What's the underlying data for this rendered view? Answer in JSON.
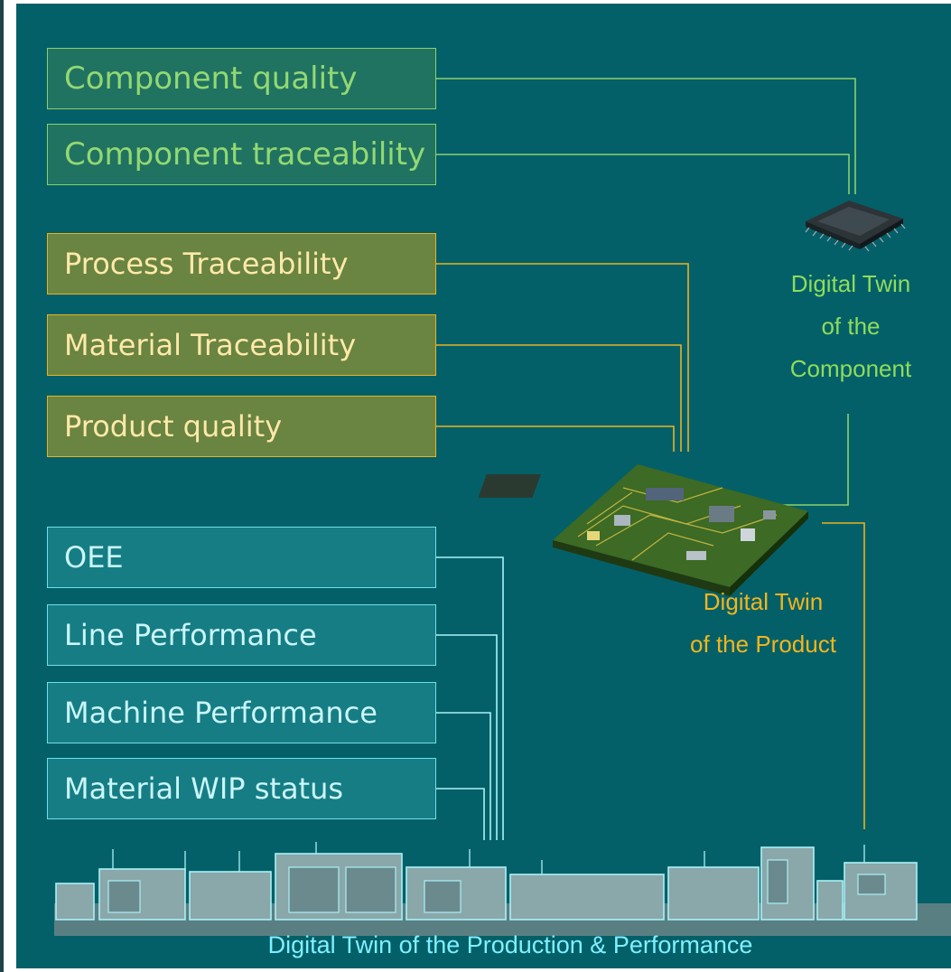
{
  "component_metrics": [
    "Component quality",
    "Component traceability"
  ],
  "product_metrics": [
    "Process Traceability",
    "Material Traceability",
    "Product quality"
  ],
  "performance_metrics": [
    "OEE",
    "Line Performance",
    "Machine Performance",
    "Material WIP status"
  ],
  "twin_labels": {
    "component": [
      "Digital Twin",
      "of the",
      "Component"
    ],
    "product": [
      "Digital Twin",
      "of the Product"
    ],
    "production": "Digital Twin of the Production & Performance"
  },
  "colors": {
    "background": "#046068",
    "component_accent": "#8bd16c",
    "product_accent": "#e9b321",
    "performance_accent": "#6de0ea"
  },
  "icons": [
    "microchip-icon",
    "circuit-board-icon",
    "production-line-icon"
  ]
}
